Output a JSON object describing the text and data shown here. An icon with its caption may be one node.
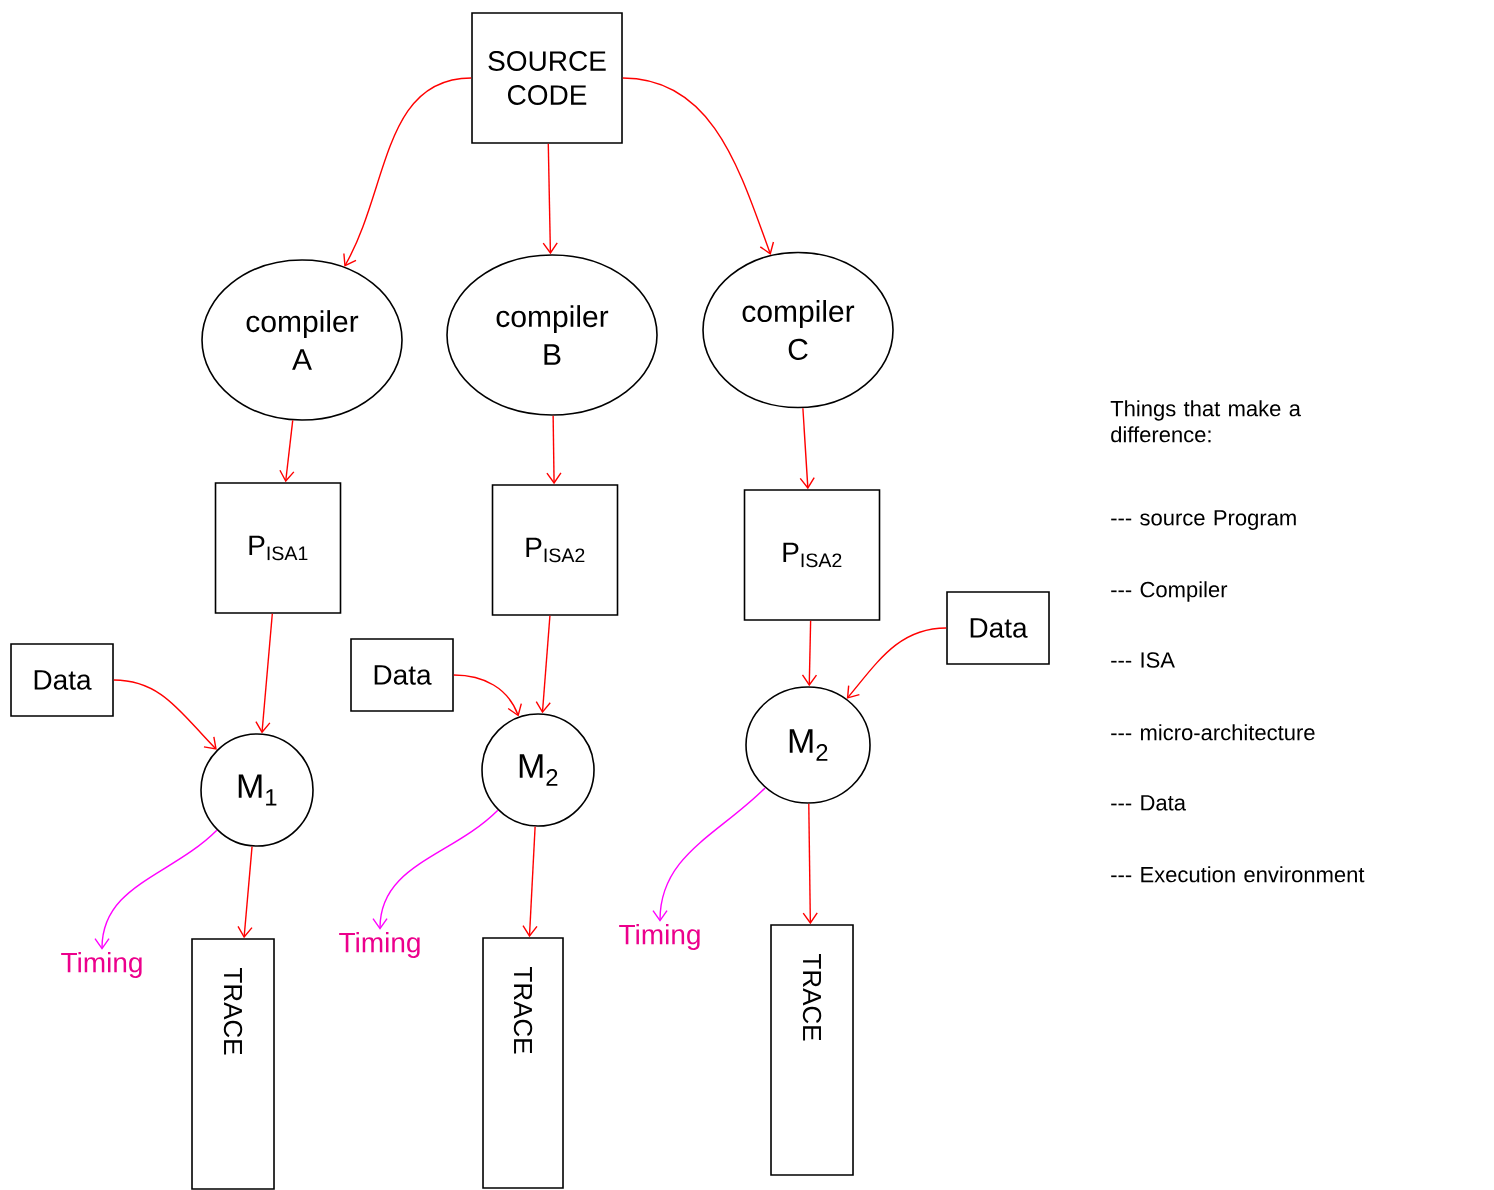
{
  "diagram": {
    "nodes": [
      {
        "text": [
          "SOURCE CODE"
        ]
      },
      {
        "text": [
          "compiler A"
        ]
      },
      {
        "text": [
          "compiler B"
        ]
      },
      {
        "text": [
          "compiler C"
        ]
      },
      {
        "text": [
          "P$_{ISA1}$"
        ]
      },
      {
        "text": [
          "P$_{ISA2}$"
        ]
      },
      {
        "text": [
          "P$_{ISA2}$"
        ]
      },
      {
        "text": [
          "Data"
        ]
      },
      {
        "text": [
          "M$_{1}$"
        ]
      },
      {
        "text": [
          "Data"
        ]
      },
      {
        "text": [
          "M$_{2}$"
        ]
      },
      {
        "text": [
          "Data"
        ]
      },
      {
        "text": [
          "M$_{2}$"
        ]
      },
      {
        "text": [
          "Timing"
        ]
      },
      {
        "text": [
          "TRACE"
        ]
      },
      {
        "text": [
          "Timing"
        ]
      },
      {
        "text": [
          "TRACE"
        ]
      },
      {
        "text": [
          "Timing"
        ]
      },
      {
        "text": [
          "TRACE"
        ]
      }
    ],
    "edges": [
      {
        "from": 0,
        "to": 1,
        "arrow": "to"
      },
      {
        "from": 0,
        "to": 2,
        "arrow": "to"
      },
      {
        "from": 0,
        "to": 3,
        "arrow": "to"
      },
      {
        "from": 1,
        "to": 4,
        "arrow": "to"
      },
      {
        "from": 2,
        "to": 5,
        "arrow": "to"
      },
      {
        "from": 3,
        "to": 6,
        "arrow": "to"
      },
      {
        "from": 4,
        "to": 8,
        "arrow": "to"
      },
      {
        "from": 7,
        "to": 8,
        "arrow": "to"
      },
      {
        "from": 5,
        "to": 10,
        "arrow": "to"
      },
      {
        "from": 9,
        "to": 10,
        "arrow": "to"
      },
      {
        "from": 6,
        "to": 12,
        "arrow": "to"
      },
      {
        "from": 11,
        "to": 12,
        "arrow": "to"
      },
      {
        "from": 8,
        "to": 14,
        "arrow": "to"
      },
      {
        "from": 10,
        "to": 16,
        "arrow": "to"
      },
      {
        "from": 12,
        "to": 18,
        "arrow": "to"
      },
      {
        "from": 8,
        "to": 13,
        "arrow": "to",
        "color": "#ff00ff"
      },
      {
        "from": 10,
        "to": 15,
        "arrow": "to",
        "color": "#ff00ff"
      },
      {
        "from": 12,
        "to": 17,
        "arrow": "to",
        "color": "#ff00ff"
      }
    ],
    "labels": [
      "Things that make a difference:",
      "--- source Program",
      "--- Compiler",
      "--- ISA",
      "--- micro-architecture",
      "--- Data",
      "--- Execution environment"
    ]
  }
}
